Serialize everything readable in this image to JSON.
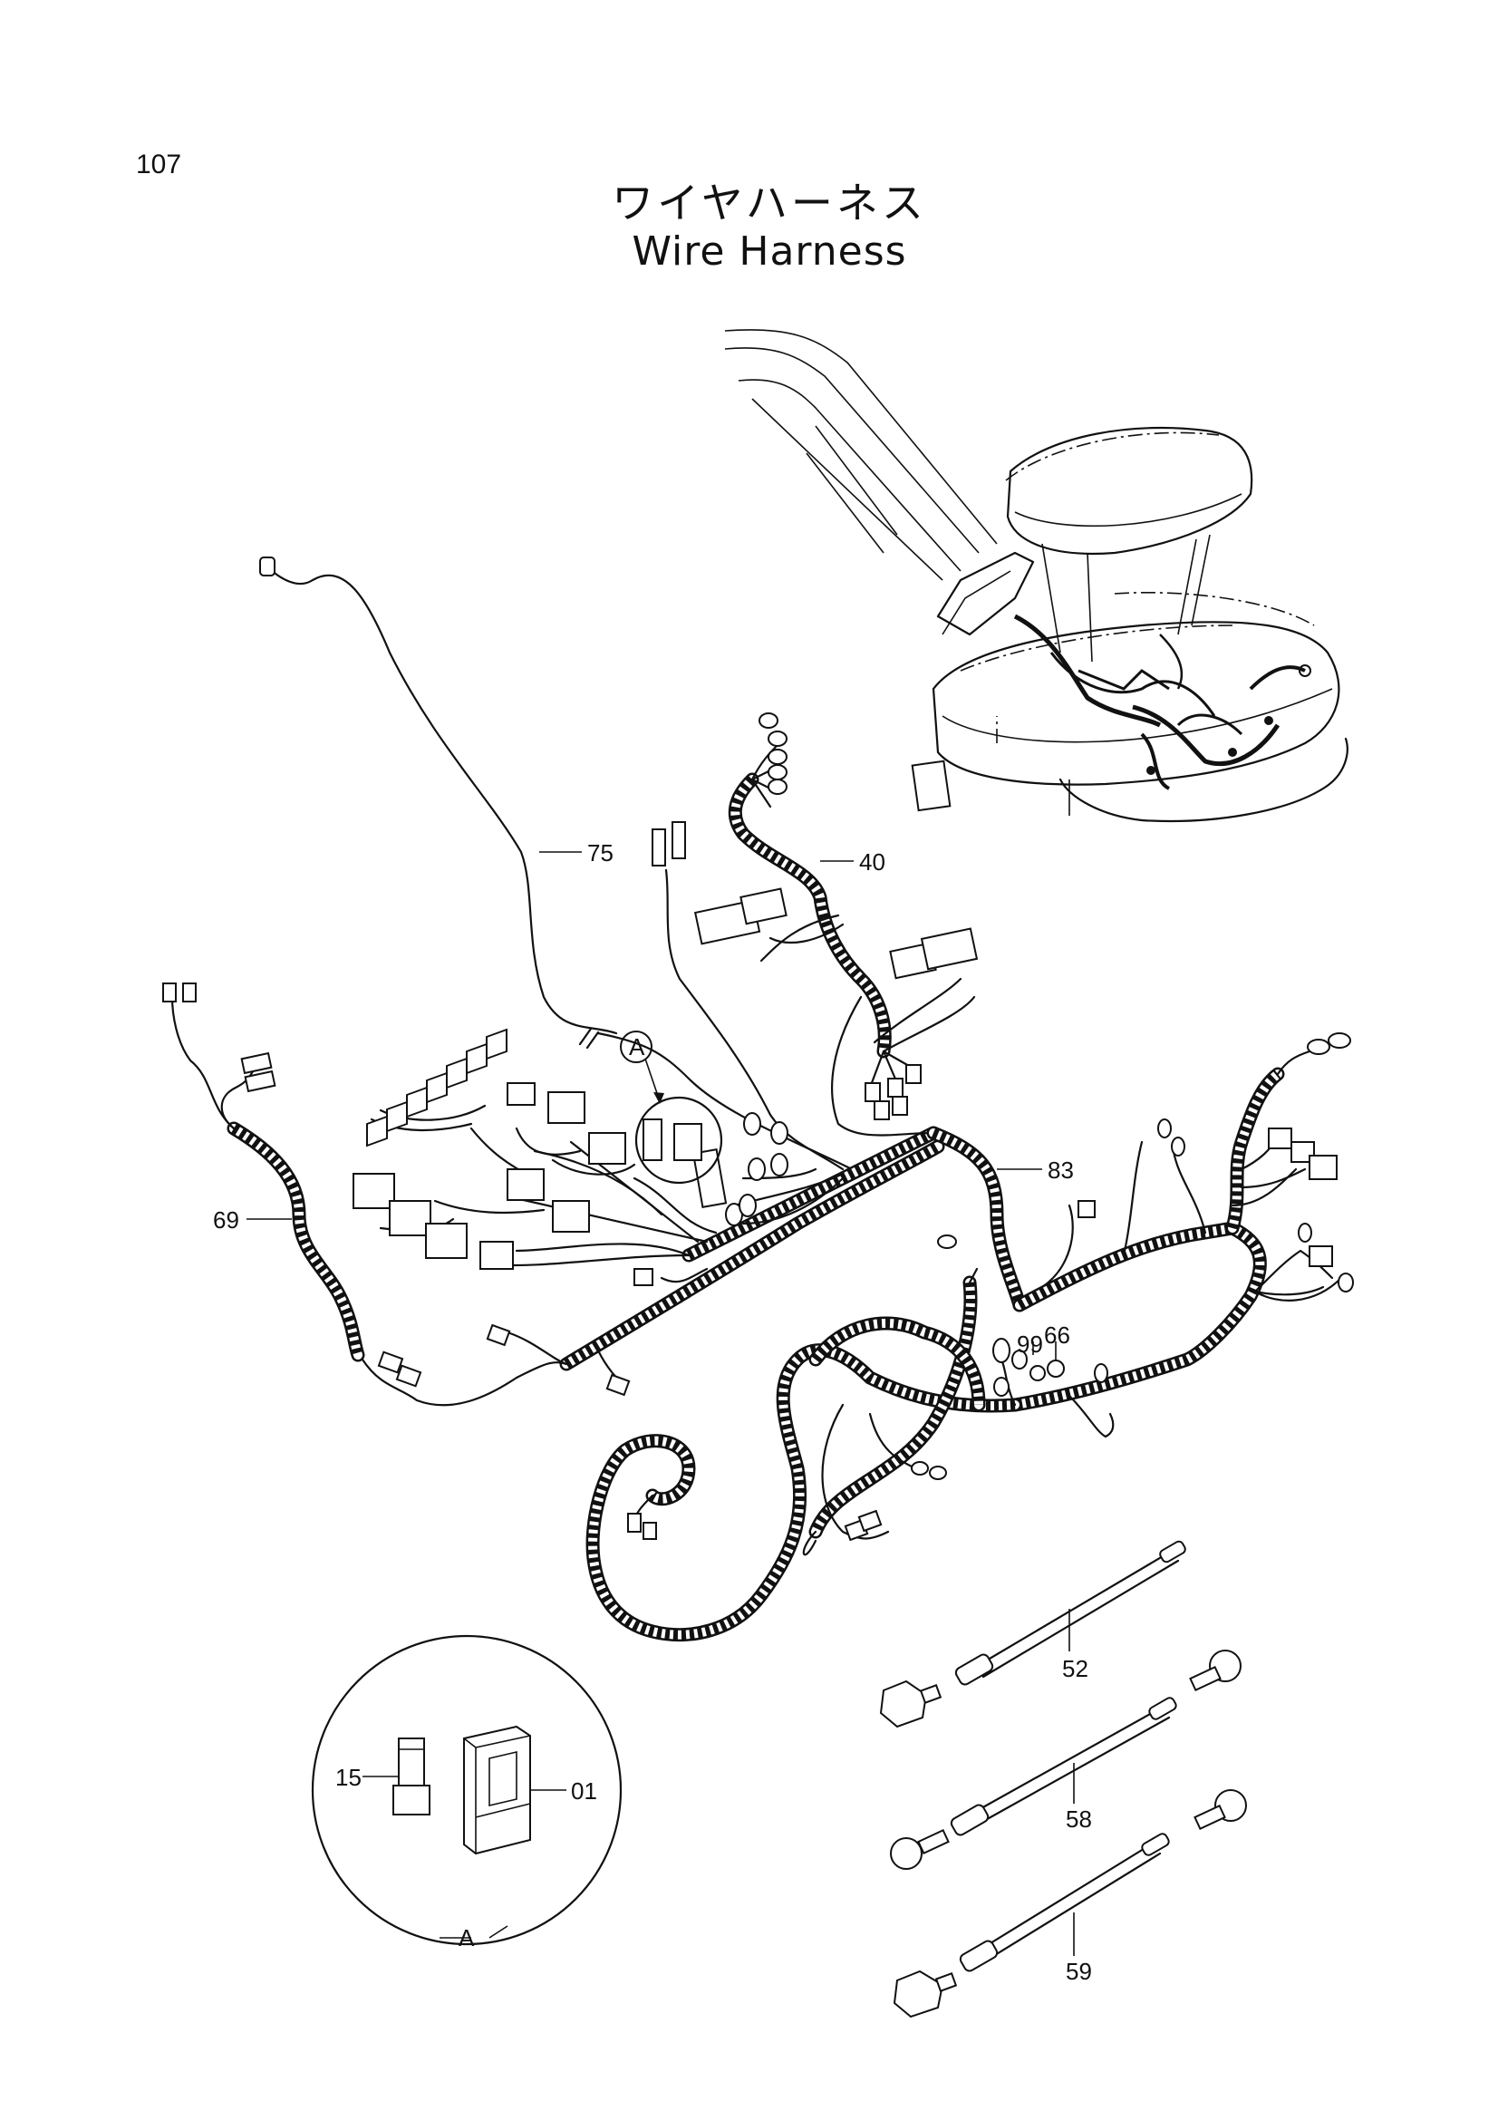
{
  "page_number": "107",
  "title_ja": "ワイヤハーネス",
  "title_en": "Wire Harness",
  "labels": {
    "p75": "75",
    "p40": "40",
    "p83": "83",
    "p69": "69",
    "p99": "99",
    "p66": "66",
    "p52": "52",
    "p58": "58",
    "p59": "59",
    "p15": "15",
    "p01": "01",
    "callout_a": "A",
    "detail_a": "A"
  }
}
